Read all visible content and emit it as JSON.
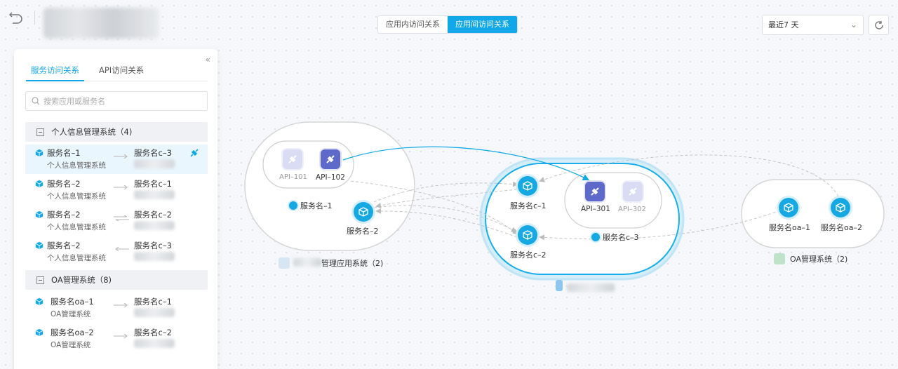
{
  "view_tabs": [
    {
      "label": "应用内访问关系",
      "active": false
    },
    {
      "label": "应用间访问关系",
      "active": true
    }
  ],
  "time_range": {
    "selected": "最近7 天"
  },
  "side_panel": {
    "collapse_glyph": "«",
    "tabs": [
      {
        "label": "服务访问关系",
        "active": true
      },
      {
        "label": "API访问关系",
        "active": false
      }
    ],
    "search_placeholder": "搜索应用或服务名",
    "groups": [
      {
        "title": "个人信息管理系统（4)",
        "relations": [
          {
            "source": "服务名–1",
            "source_system": "个人信息管理系统",
            "target": "服务名c–3",
            "selected": true
          },
          {
            "source": "服务名–2",
            "source_system": "个人信息管理系统",
            "target": "服务名c–1",
            "selected": false
          },
          {
            "source": "服务名–2",
            "source_system": "个人信息管理系统",
            "target": "服务名c–2",
            "selected": false
          },
          {
            "source": "服务名–2",
            "source_system": "个人信息管理系统",
            "target": "服务名c–3",
            "selected": false
          }
        ]
      },
      {
        "title": "OA管理系统（8)",
        "relations": [
          {
            "source": "服务名oa–1",
            "source_system": "OA管理系统",
            "target": "服务名c–1",
            "selected": false
          },
          {
            "source": "服务名oa–2",
            "source_system": "OA管理系统",
            "target": "服务名c–2",
            "selected": false
          }
        ]
      }
    ]
  },
  "graph": {
    "system_a": {
      "label": "管理应用系统（2)",
      "apis": [
        {
          "label": "API–101",
          "active": false
        },
        {
          "label": "API–102",
          "active": true
        }
      ],
      "service_label": "服务名–1",
      "services": [
        {
          "label": "服务名–2"
        }
      ]
    },
    "system_c": {
      "services": [
        {
          "label": "服务名c–1"
        },
        {
          "label": "服务名c–2"
        }
      ],
      "apis": [
        {
          "label": "API–301",
          "active": true
        },
        {
          "label": "API–302",
          "active": false
        }
      ],
      "service_label": "服务名c–3"
    },
    "system_oa": {
      "label": "OA管理系统（2)",
      "services": [
        {
          "label": "服务名oa–1"
        },
        {
          "label": "服务名oa–2"
        }
      ]
    }
  },
  "colors": {
    "accent": "#10a8e8",
    "api_active": "#5e6aca",
    "selected_row": "#eaf6fd"
  },
  "icons": {
    "back": "undo-arrow-icon",
    "refresh": "refresh-icon",
    "service": "cube-icon",
    "api": "plug-icon",
    "link": "link-icon"
  }
}
